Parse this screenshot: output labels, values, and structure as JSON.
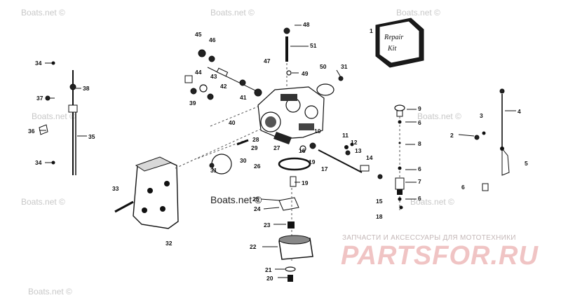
{
  "watermarks": {
    "site": "Boats.net",
    "site_symbol": "Boats.net ©",
    "center": "Boats.net ©"
  },
  "brand": {
    "subtitle": "ЗАПЧАСТИ И АКСЕССУАРЫ ДЛЯ МОТОТЕХНИКИ",
    "name": "PARTSFOR.RU"
  },
  "kit_label": [
    "Repair",
    "Kit"
  ],
  "callouts": {
    "c1": "1",
    "c2": "2",
    "c3": "3",
    "c4": "4",
    "c5": "5",
    "c6a": "6",
    "c6b": "6",
    "c6c": "6",
    "c6d": "6",
    "c7": "7",
    "c8": "8",
    "c9": "9",
    "c10": "10",
    "c11": "11",
    "c12": "12",
    "c13": "13",
    "c14": "14",
    "c15": "15",
    "c16": "16",
    "c17": "17",
    "c18": "18",
    "c19": "19",
    "c20": "20",
    "c21": "21",
    "c22": "22",
    "c23": "23",
    "c24": "24",
    "c25": "25",
    "c26": "26",
    "c27": "27",
    "c28": "28",
    "c29": "29",
    "c30": "30",
    "c31a": "31",
    "c31b": "31",
    "c32": "32",
    "c33": "33",
    "c34a": "34",
    "c34b": "34",
    "c35": "35",
    "c36": "36",
    "c37": "37",
    "c38": "38",
    "c39": "39",
    "c40": "40",
    "c41": "41",
    "c42": "42",
    "c43": "43",
    "c44": "44",
    "c45": "45",
    "c46": "46",
    "c47": "47",
    "c48": "48",
    "c49": "49",
    "c50": "50",
    "c51": "51"
  }
}
